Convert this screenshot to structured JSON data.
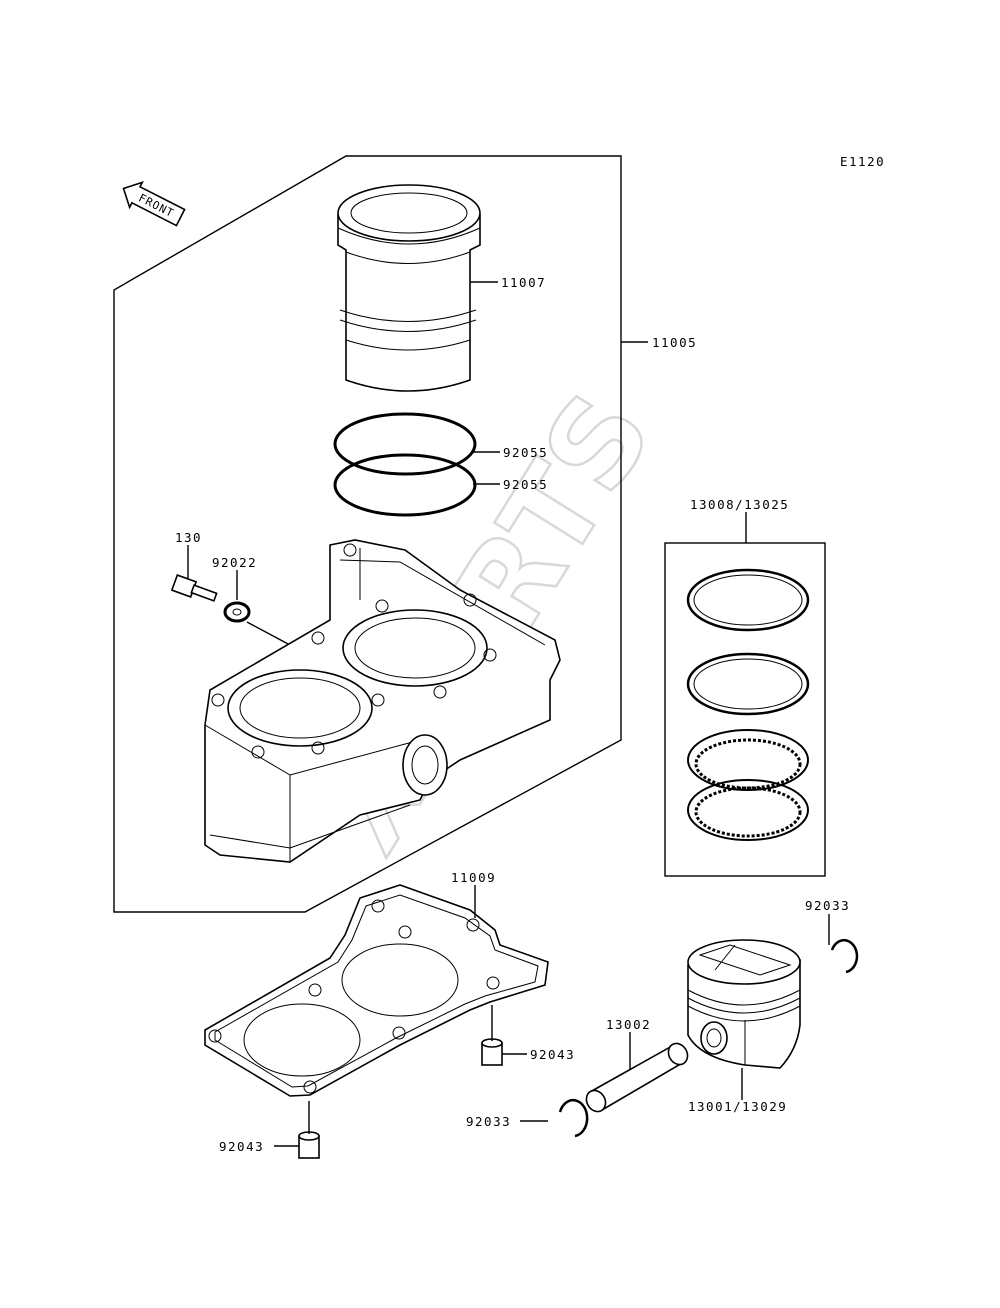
{
  "diagram_code": "E1120",
  "front_label": "FRONT",
  "watermark": "XPARTS",
  "labels": {
    "cylinder_liner": "11007",
    "cylinder_assy": "11005",
    "oring_upper": "92055",
    "oring_lower": "92055",
    "bolt": "130",
    "washer": "92022",
    "ring_set": "13008/13025",
    "head_gasket": "11009",
    "circlip_right": "92033",
    "dowel_right": "92043",
    "piston_pin": "13002",
    "piston": "13001/13029",
    "circlip_left": "92033",
    "dowel_left": "92043"
  },
  "colors": {
    "line": "#000000",
    "background": "#ffffff",
    "watermark": "#d8d8d8"
  }
}
